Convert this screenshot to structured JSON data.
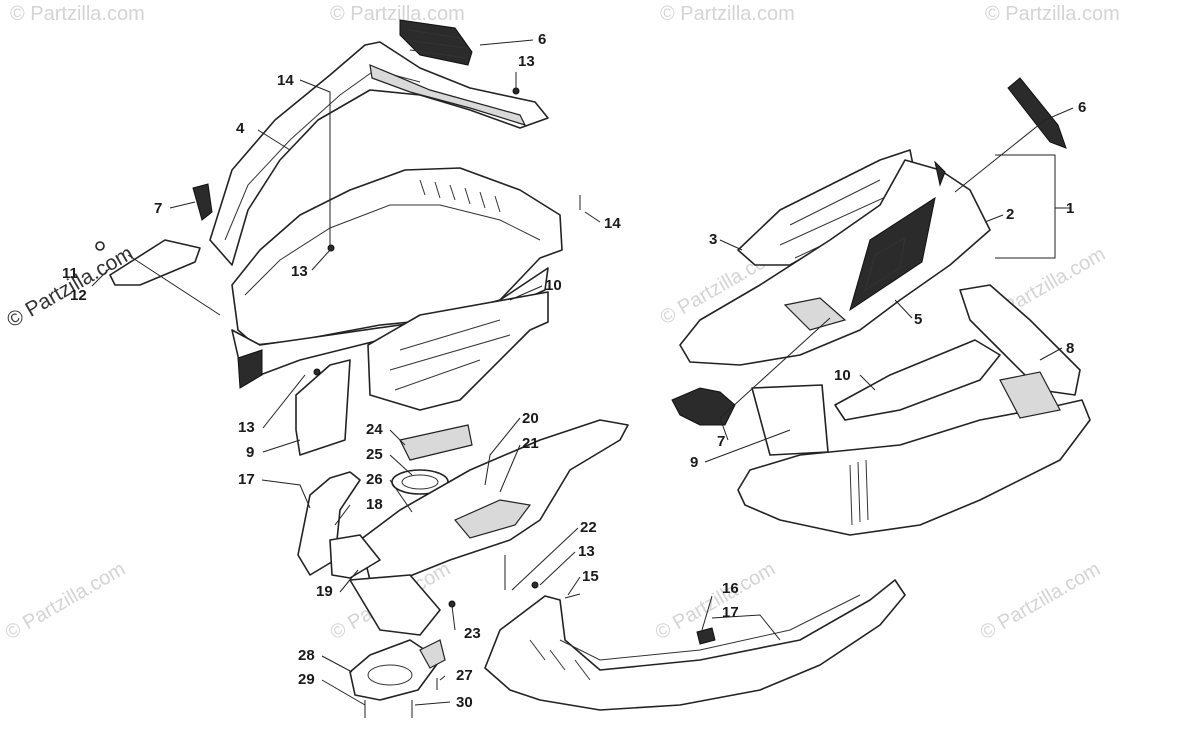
{
  "watermark": {
    "text": "© Partzilla.com",
    "main_text": "© Partzilla.com"
  },
  "callouts": [
    {
      "key": "c6a",
      "label": "6"
    },
    {
      "key": "c13a",
      "label": "13"
    },
    {
      "key": "c14a",
      "label": "14"
    },
    {
      "key": "c4",
      "label": "4"
    },
    {
      "key": "c7a",
      "label": "7"
    },
    {
      "key": "c11",
      "label": "11"
    },
    {
      "key": "c12",
      "label": "12"
    },
    {
      "key": "c13b",
      "label": "13"
    },
    {
      "key": "c14b",
      "label": "14"
    },
    {
      "key": "c10a",
      "label": "10"
    },
    {
      "key": "c13c",
      "label": "13"
    },
    {
      "key": "c9a",
      "label": "9"
    },
    {
      "key": "c24",
      "label": "24"
    },
    {
      "key": "c25",
      "label": "25"
    },
    {
      "key": "c26",
      "label": "26"
    },
    {
      "key": "c20",
      "label": "20"
    },
    {
      "key": "c21",
      "label": "21"
    },
    {
      "key": "c17a",
      "label": "17"
    },
    {
      "key": "c18",
      "label": "18"
    },
    {
      "key": "c19",
      "label": "19"
    },
    {
      "key": "c22",
      "label": "22"
    },
    {
      "key": "c13d",
      "label": "13"
    },
    {
      "key": "c15",
      "label": "15"
    },
    {
      "key": "c23",
      "label": "23"
    },
    {
      "key": "c28",
      "label": "28"
    },
    {
      "key": "c29",
      "label": "29"
    },
    {
      "key": "c27",
      "label": "27"
    },
    {
      "key": "c30",
      "label": "30"
    },
    {
      "key": "c16",
      "label": "16"
    },
    {
      "key": "c17b",
      "label": "17"
    },
    {
      "key": "c6b",
      "label": "6"
    },
    {
      "key": "c1",
      "label": "1"
    },
    {
      "key": "c2",
      "label": "2"
    },
    {
      "key": "c3",
      "label": "3"
    },
    {
      "key": "c5",
      "label": "5"
    },
    {
      "key": "c8",
      "label": "8"
    },
    {
      "key": "c10b",
      "label": "10"
    },
    {
      "key": "c7b",
      "label": "7"
    },
    {
      "key": "c9b",
      "label": "9"
    }
  ]
}
